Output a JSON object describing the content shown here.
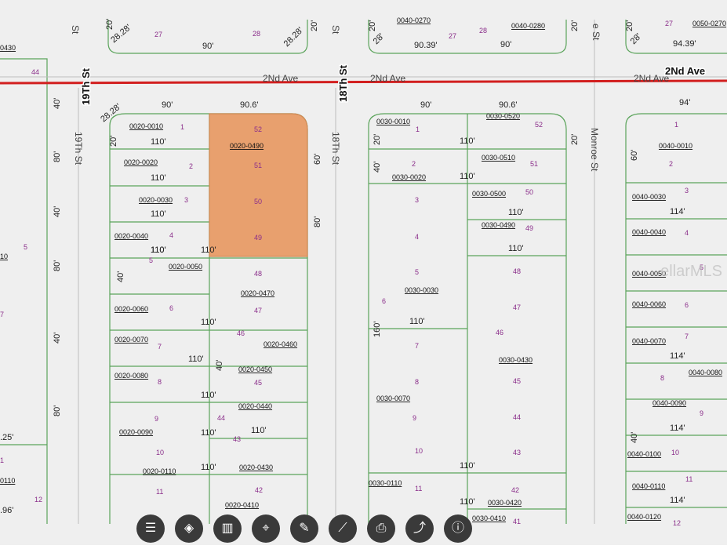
{
  "streets": {
    "top_ave_labels": [
      "2Nd Ave",
      "2Nd Ave",
      "2Nd Ave"
    ],
    "top_ave_bold": "2Nd Ave",
    "st19_bold": "19Th St",
    "st18_bold": "18Th St",
    "st19": "19Th St",
    "st18": "18Th St",
    "monroe": "Monroe St",
    "top_st1": "St",
    "top_st2": "St",
    "top_st3": "e St"
  },
  "top_row": {
    "dims": [
      "20'",
      "28.28'",
      "90'",
      "28.28'",
      "20'",
      "20'",
      "28'",
      "90.39'",
      "90'",
      "20'",
      "20'",
      "28'",
      "94.39'"
    ],
    "lots": [
      "27",
      "28",
      "27",
      "28",
      "27"
    ],
    "pids": [
      "0040-0270",
      "0040-0280",
      "0050-0270"
    ],
    "left_pid": "0430",
    "left_lot": "44"
  },
  "block_left": {
    "top_dims": [
      "90'",
      "90.6'"
    ],
    "corner": "28.28'",
    "parcels": [
      {
        "pid": "0020-0010",
        "lot": "1",
        "dim": "110'"
      },
      {
        "pid": "0020-0020",
        "lot": "2",
        "dim": "110'"
      },
      {
        "pid": "0020-0030",
        "lot": "3",
        "dim": "110'"
      },
      {
        "pid": "0020-0040",
        "lot": "4",
        "dim": "110'"
      },
      {
        "pid": "0020-0050",
        "lot": "5",
        "dim": "110'"
      },
      {
        "pid": "0020-0060",
        "lot": "6",
        "dim": "110'"
      },
      {
        "pid": "0020-0070",
        "lot": "7",
        "dim": "110'"
      },
      {
        "pid": "0020-0080",
        "lot": "8",
        "dim": "110'"
      },
      {
        "pid": "0020-0090",
        "lot": "9",
        "dim": "110'"
      },
      {
        "pid": "0020-0110",
        "lot": "10",
        "dim": "110'"
      },
      {
        "pid": "",
        "lot": "11",
        "dim": ""
      }
    ],
    "highlight": {
      "pid": "0020-0490",
      "lots": [
        "52",
        "51",
        "50",
        "49"
      ],
      "dim": "110'",
      "color": "#e8a06e"
    },
    "right_parcels": [
      {
        "pid": "0020-0470",
        "lot": "48"
      },
      {
        "pid": "",
        "lot": "47"
      },
      {
        "pid": "0020-0460",
        "lot": "46"
      },
      {
        "pid": "0020-0450",
        "lot": "45"
      },
      {
        "pid": "0020-0440",
        "lot": "44"
      },
      {
        "pid": "",
        "lot": "43"
      },
      {
        "pid": "0020-0430",
        "lot": ""
      },
      {
        "pid": "0020-0410",
        "lot": "42"
      }
    ],
    "side_dims": [
      "20'",
      "40'",
      "40'",
      "80'",
      "60'",
      "40'"
    ]
  },
  "block_mid": {
    "top_dims": [
      "90'",
      "90.6'"
    ],
    "parcels": [
      {
        "pid": "0030-0010",
        "lot": "1"
      },
      {
        "pid": "0030-0020",
        "lot": "2"
      },
      {
        "pid": "",
        "lot": "3"
      },
      {
        "pid": "",
        "lot": "4"
      },
      {
        "pid": "0030-0030",
        "lot": "5"
      },
      {
        "pid": "",
        "lot": "6"
      },
      {
        "pid": "",
        "lot": "7"
      },
      {
        "pid": "",
        "lot": "8"
      },
      {
        "pid": "0030-0070",
        "lot": "9"
      },
      {
        "pid": "",
        "lot": "10"
      },
      {
        "pid": "0030-0110",
        "lot": "11"
      }
    ],
    "right_parcels": [
      {
        "pid": "0030-0520",
        "lot": "52"
      },
      {
        "pid": "0030-0510",
        "lot": "51"
      },
      {
        "pid": "0030-0500",
        "lot": "50"
      },
      {
        "pid": "0030-0490",
        "lot": "49"
      },
      {
        "pid": "",
        "lot": "48"
      },
      {
        "pid": "",
        "lot": "47"
      },
      {
        "pid": "0030-0430",
        "lot": "46"
      },
      {
        "pid": "",
        "lot": "45"
      },
      {
        "pid": "",
        "lot": "44"
      },
      {
        "pid": "",
        "lot": "43"
      },
      {
        "pid": "0030-0420",
        "lot": "42"
      },
      {
        "pid": "0030-0410",
        "lot": "41"
      }
    ],
    "dims": [
      "110'",
      "110'",
      "110'",
      "110'",
      "110'",
      "110'",
      "110'",
      "110'",
      "20'",
      "40'",
      "160'"
    ]
  },
  "block_right": {
    "top_dim": "94'",
    "parcels": [
      {
        "pid": "0040-0010",
        "lot": "1"
      },
      {
        "pid": "",
        "lot": "2"
      },
      {
        "pid": "0040-0030",
        "lot": "3"
      },
      {
        "pid": "0040-0040",
        "lot": "4"
      },
      {
        "pid": "0040-0050",
        "lot": "5"
      },
      {
        "pid": "0040-0060",
        "lot": "6"
      },
      {
        "pid": "0040-0070",
        "lot": "7"
      },
      {
        "pid": "0040-0080",
        "lot": "8"
      },
      {
        "pid": "0040-0090",
        "lot": "9"
      },
      {
        "pid": "0040-0100",
        "lot": "10"
      },
      {
        "pid": "0040-0110",
        "lot": "11"
      },
      {
        "pid": "0040-0120",
        "lot": "12"
      }
    ],
    "dims": [
      "60'",
      "114'",
      "114'",
      "114'",
      "114'",
      "40'"
    ]
  },
  "left_edge": {
    "dims": [
      "40'",
      "80'",
      "40'",
      "80'",
      "40'",
      "80'"
    ],
    "pid_fragments": [
      "10",
      "7",
      "0110"
    ],
    "lots": [
      "5",
      "1",
      "12"
    ],
    "misc": [
      ".25'",
      ".96'"
    ]
  },
  "toolbar": {
    "buttons": [
      {
        "name": "list-icon",
        "glyph": "☰"
      },
      {
        "name": "layers-icon",
        "glyph": "◈"
      },
      {
        "name": "split-icon",
        "glyph": "▥"
      },
      {
        "name": "pin-icon",
        "glyph": "⌖"
      },
      {
        "name": "draw-icon",
        "glyph": "✎"
      },
      {
        "name": "measure-icon",
        "glyph": "⟋"
      },
      {
        "name": "print-icon",
        "glyph": "⎙"
      },
      {
        "name": "share-icon",
        "glyph": "⤴"
      },
      {
        "name": "info-icon",
        "glyph": "ⓘ"
      }
    ]
  },
  "watermark": "ellarMLS",
  "colors": {
    "road": "#d21f1f",
    "lines": "#5aa35a",
    "highlight": "#e8a06e",
    "lot": "#8a2d8a"
  }
}
